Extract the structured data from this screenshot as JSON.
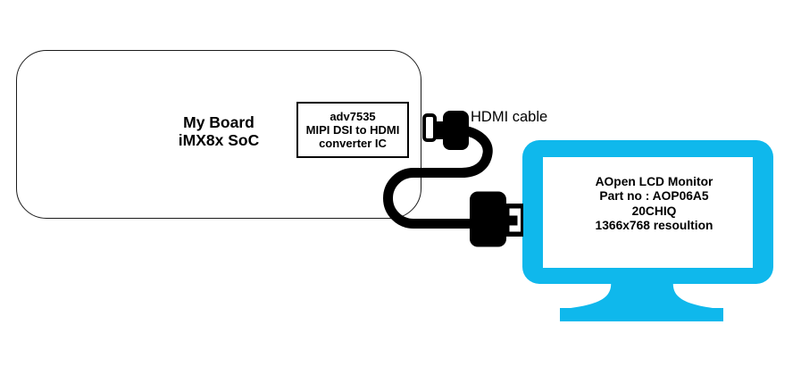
{
  "board": {
    "label_line1": "My Board",
    "label_line2": "iMX8x SoC",
    "converter_box": {
      "line1": "adv7535",
      "line2": "MIPI DSI to HDMI",
      "line3": "converter IC"
    }
  },
  "cable": {
    "label": "HDMI cable",
    "color": "#000000"
  },
  "monitor": {
    "screen_text_line1": "AOpen LCD Monitor",
    "screen_text_line2": "Part no : AOP06A5",
    "screen_text_line3": "20CHIQ",
    "screen_text_line4": "1366x768 resoultion",
    "body_color": "#0FB8EC",
    "screen_color": "#FFFFFF"
  },
  "outline_color": "#1B1B1B"
}
